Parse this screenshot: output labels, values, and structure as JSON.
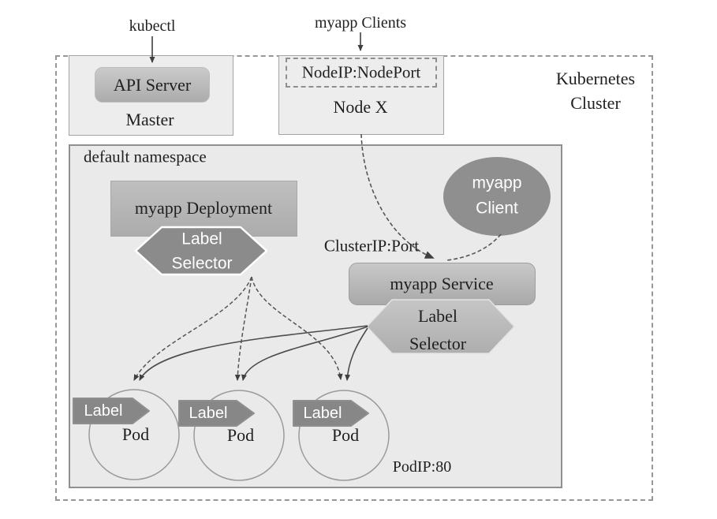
{
  "colors": {
    "dark_shape": "#8b8b8b",
    "mid_shape": "#b5b5b5",
    "light_box": "#ededed",
    "namespace_fill": "#eaeaea",
    "line": "#4c4c4c",
    "border_dash": "#979797",
    "text": "#1f1f1f"
  },
  "external": {
    "kubectl_label": "kubectl",
    "clients_label": "myapp Clients"
  },
  "cluster": {
    "name_line1": "Kubernetes",
    "name_line2": "Cluster"
  },
  "master": {
    "api_server_label": "API Server",
    "title": "Master"
  },
  "node": {
    "nodeport_label": "NodeIP:NodePort",
    "title": "Node X"
  },
  "namespace": {
    "title": "default namespace",
    "cluster_ip_label": "ClusterIP:Port",
    "pod_ip_label": "PodIP:80"
  },
  "deployment": {
    "title": "myapp Deployment",
    "selector": {
      "line1": "Label",
      "line2": "Selector"
    }
  },
  "service": {
    "title": "myapp Service",
    "selector": {
      "line1": "Label",
      "line2": "Selector"
    }
  },
  "client": {
    "line1": "myapp",
    "line2": "Client"
  },
  "pods": {
    "items": [
      {
        "tag": "Label",
        "name": "Pod"
      },
      {
        "tag": "Label",
        "name": "Pod"
      },
      {
        "tag": "Label",
        "name": "Pod"
      }
    ]
  }
}
